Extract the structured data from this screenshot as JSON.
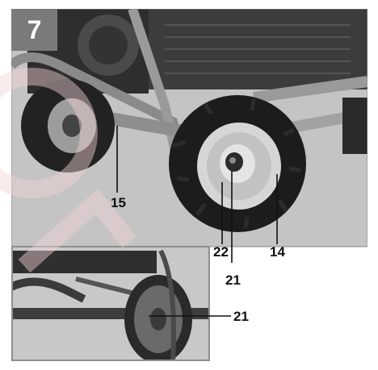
{
  "figure": {
    "step_number": "7",
    "callouts": {
      "c15": "15",
      "c22": "22",
      "c21_top": "21",
      "c14": "14",
      "c21_inset": "21"
    }
  },
  "colors": {
    "badge": "#7a7a7a",
    "photo_bg": "#bdbdbd",
    "frame_dark": "#3a3a3a",
    "tire": "#1e1e1e",
    "rim": "#d8d8d8",
    "watermark": "#f2dada"
  }
}
